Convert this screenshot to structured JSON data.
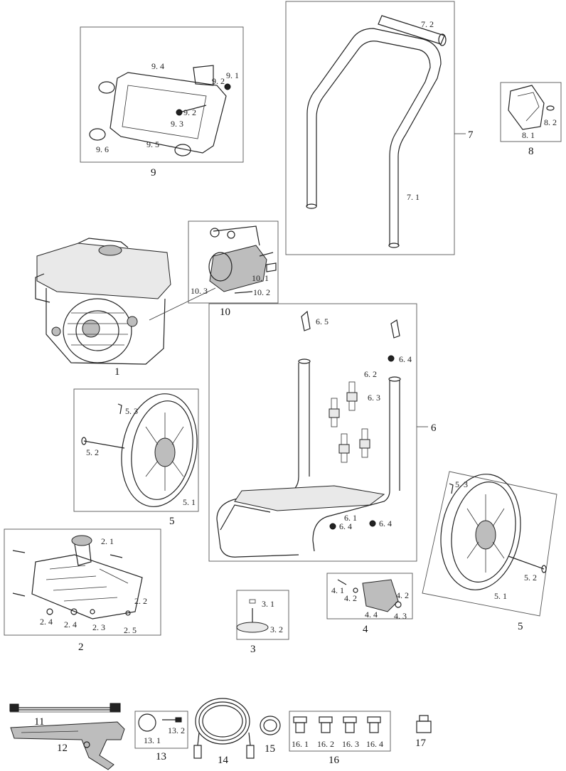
{
  "labels": {
    "p1": "1",
    "p2": "2",
    "p2_1": "2. 1",
    "p2_2": "2. 2",
    "p2_3": "2. 3",
    "p2_4a": "2. 4",
    "p2_4b": "2. 4",
    "p2_5": "2. 5",
    "p3": "3",
    "p3_1": "3. 1",
    "p3_2": "3. 2",
    "p4": "4",
    "p4_1": "4. 1",
    "p4_2a": "4. 2",
    "p4_2b": "4. 2",
    "p4_3": "4. 3",
    "p4_4": "4. 4",
    "p5a": "5",
    "p5b": "5",
    "p5_1a": "5. 1",
    "p5_2a": "5. 2",
    "p5_3a": "5. 3",
    "p5_1b": "5. 1",
    "p5_2b": "5. 2",
    "p5_3b": "5. 3",
    "p6": "6",
    "p6_1": "6. 1",
    "p6_2": "6. 2",
    "p6_3": "6. 3",
    "p6_4a": "6. 4",
    "p6_4b": "6. 4",
    "p6_4c": "6. 4",
    "p6_5": "6. 5",
    "p7": "7",
    "p7_1": "7. 1",
    "p7_2": "7. 2",
    "p8": "8",
    "p8_1": "8. 1",
    "p8_2": "8. 2",
    "p9": "9",
    "p9_1": "9. 1",
    "p9_2a": "9. 2",
    "p9_2b": "9. 2",
    "p9_3": "9. 3",
    "p9_4": "9. 4",
    "p9_5": "9. 5",
    "p9_6": "9. 6",
    "p10": "10",
    "p10_1": "10. 1",
    "p10_2": "10. 2",
    "p10_3": "10. 3",
    "p11": "11",
    "p12": "12",
    "p13": "13",
    "p13_1": "13. 1",
    "p13_2": "13. 2",
    "p14": "14",
    "p15": "15",
    "p16": "16",
    "p16_1": "16. 1",
    "p16_2": "16. 2",
    "p16_3": "16. 3",
    "p16_4": "16. 4",
    "p17": "17"
  }
}
